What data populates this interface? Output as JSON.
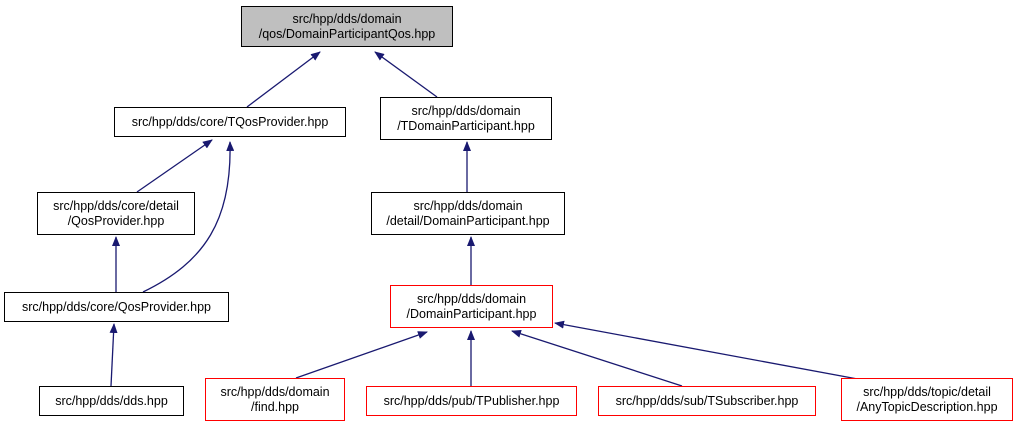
{
  "colors": {
    "edge": "#191970",
    "root_fill": "#bfbfbf",
    "node_border": "#000000",
    "incomplete_border": "#ff0000"
  },
  "nodes": {
    "root": {
      "lines": [
        "src/hpp/dds/domain",
        "/qos/DomainParticipantQos.hpp"
      ]
    },
    "tqos": {
      "lines": [
        "src/hpp/dds/core/TQosProvider.hpp"
      ]
    },
    "tdp": {
      "lines": [
        "src/hpp/dds/domain",
        "/TDomainParticipant.hpp"
      ]
    },
    "detailqos": {
      "lines": [
        "src/hpp/dds/core/detail",
        "/QosProvider.hpp"
      ]
    },
    "detaildp": {
      "lines": [
        "src/hpp/dds/domain",
        "/detail/DomainParticipant.hpp"
      ]
    },
    "qos": {
      "lines": [
        "src/hpp/dds/core/QosProvider.hpp"
      ]
    },
    "dp": {
      "lines": [
        "src/hpp/dds/domain",
        "/DomainParticipant.hpp"
      ]
    },
    "dds": {
      "lines": [
        "src/hpp/dds/dds.hpp"
      ]
    },
    "find": {
      "lines": [
        "src/hpp/dds/domain",
        "/find.hpp"
      ]
    },
    "tpub": {
      "lines": [
        "src/hpp/dds/pub/TPublisher.hpp"
      ]
    },
    "tsub": {
      "lines": [
        "src/hpp/dds/sub/TSubscriber.hpp"
      ]
    },
    "anytopic": {
      "lines": [
        "src/hpp/dds/topic/detail",
        "/AnyTopicDescription.hpp"
      ]
    }
  }
}
